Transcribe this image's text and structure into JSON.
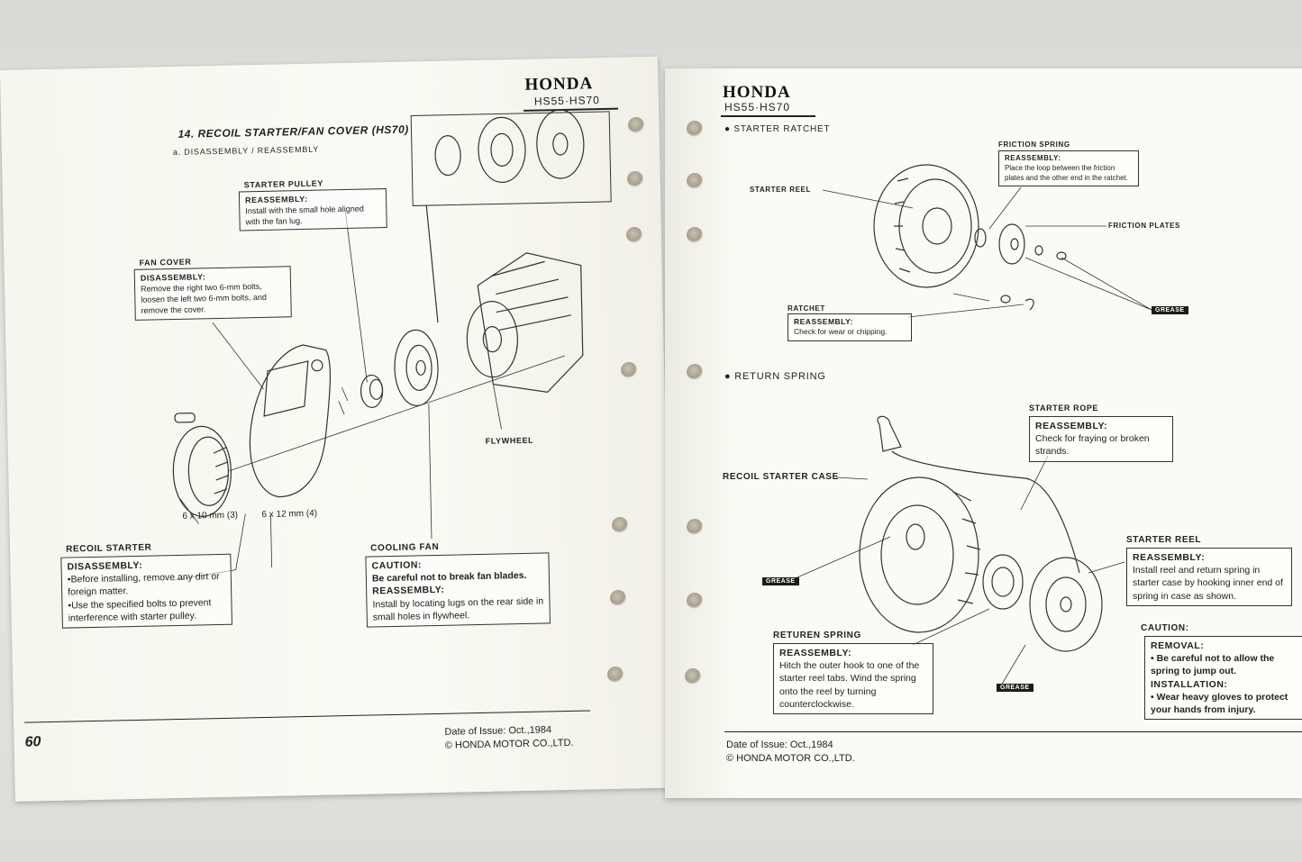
{
  "left": {
    "brand": "HONDA",
    "model": "HS55·HS70",
    "section_title": "14. RECOIL STARTER/FAN COVER (HS70)",
    "subsection": "a. DISASSEMBLY / REASSEMBLY",
    "starter_pulley": {
      "label": "STARTER PULLEY",
      "heading": "REASSEMBLY:",
      "text": "Install with the small hole aligned with the fan lug."
    },
    "fan_cover": {
      "label": "FAN COVER",
      "heading": "DISASSEMBLY:",
      "text": "Remove the right two 6-mm bolts, loosen the left two 6-mm bolts, and remove the cover."
    },
    "flywheel_label": "FLYWHEEL",
    "bolt_1": "6 x 10 mm (3)",
    "bolt_2": "6 x 12 mm (4)",
    "recoil_starter": {
      "label": "RECOIL STARTER",
      "heading": "DISASSEMBLY:",
      "line1": "•Before installing, remove any dirt or foreign matter.",
      "line2": "•Use the specified bolts to prevent interference with starter pulley."
    },
    "cooling_fan": {
      "label": "COOLING FAN",
      "caution": "CAUTION:",
      "caution_text": "Be careful not to break fan blades.",
      "heading": "REASSEMBLY:",
      "text": "Install by locating lugs on the rear side in small holes in flywheel."
    },
    "page_number": "60",
    "date": "Date of Issue: Oct.,1984",
    "copyright": "© HONDA MOTOR CO.,LTD."
  },
  "right": {
    "brand": "HONDA",
    "model": "HS55·HS70",
    "starter_ratchet": "● STARTER RATCHET",
    "friction_spring": {
      "label": "FRICTION SPRING",
      "heading": "REASSEMBLY:",
      "text": "Place the loop between the friction plates and the other end in the ratchet."
    },
    "starter_reel_top": "STARTER REEL",
    "friction_plates": "FRICTION PLATES",
    "grease": "GREASE",
    "ratchet": {
      "label": "RATCHET",
      "heading": "REASSEMBLY:",
      "text": "Check for wear or chipping."
    },
    "return_spring": "● RETURN SPRING",
    "starter_rope": {
      "label": "STARTER ROPE",
      "heading": "REASSEMBLY:",
      "text": "Check for fraying or broken strands."
    },
    "recoil_case": "RECOIL STARTER CASE",
    "starter_reel": {
      "label": "STARTER REEL",
      "heading": "REASSEMBLY:",
      "text": "Install reel and return spring in starter case by hooking inner end of spring in case as shown."
    },
    "returen_spring": {
      "label": "RETUREN SPRING",
      "heading": "REASSEMBLY:",
      "text": "Hitch the outer hook to one of the starter reel tabs. Wind the spring onto the reel by turning counterclockwise."
    },
    "caution": {
      "label": "CAUTION:",
      "removal": "REMOVAL:",
      "removal_text": "• Be careful not to allow the spring to jump out.",
      "installation": "INSTALLATION:",
      "installation_text": "• Wear heavy gloves to protect your hands from injury."
    },
    "date": "Date of Issue: Oct.,1984",
    "copyright": "© HONDA MOTOR CO.,LTD."
  }
}
